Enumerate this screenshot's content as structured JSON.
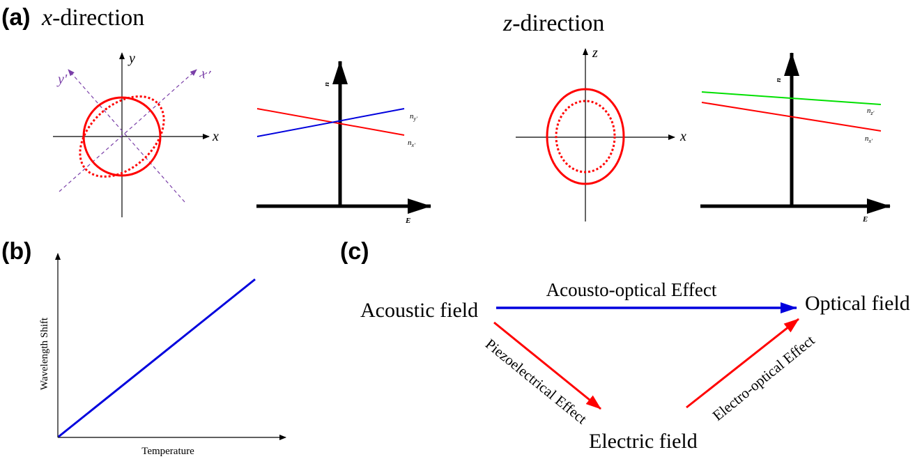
{
  "panel_a": {
    "label": "(a)",
    "x_direction": {
      "title_var": "x",
      "title_rest": "-direction",
      "axis_x": "x",
      "axis_y": "y",
      "axis_xp": "x'",
      "axis_yp": "y'",
      "index_plot": {
        "y_axis_label": "n",
        "x_axis_label": "E",
        "line_top_label": "n",
        "line_top_sub": "y'",
        "line_bottom_label": "n",
        "line_bottom_sub": "x'"
      }
    },
    "z_direction": {
      "title_var": "z",
      "title_rest": "-direction",
      "axis_x": "x",
      "axis_z": "z",
      "index_plot": {
        "y_axis_label": "n",
        "x_axis_label": "E",
        "line_top_label": "n",
        "line_top_sub": "z'",
        "line_bottom_label": "n",
        "line_bottom_sub": "x'"
      }
    }
  },
  "panel_b": {
    "label": "(b)",
    "xlabel": "Temperature",
    "ylabel": "Wavelength Shift"
  },
  "panel_c": {
    "label": "(c)",
    "nodes": {
      "acoustic": "Acoustic field",
      "optical": "Optical field",
      "electric": "Electric field"
    },
    "edges": {
      "acousto_optical": "Acousto-optical Effect",
      "piezoelectrical": "Piezoelectrical Effect",
      "electro_optical": "Electro-optical Effect"
    }
  },
  "colors": {
    "red": "#ff0000",
    "blue": "#0000dd",
    "green": "#00e000",
    "purple": "#7a3fa8",
    "black": "#000000"
  }
}
